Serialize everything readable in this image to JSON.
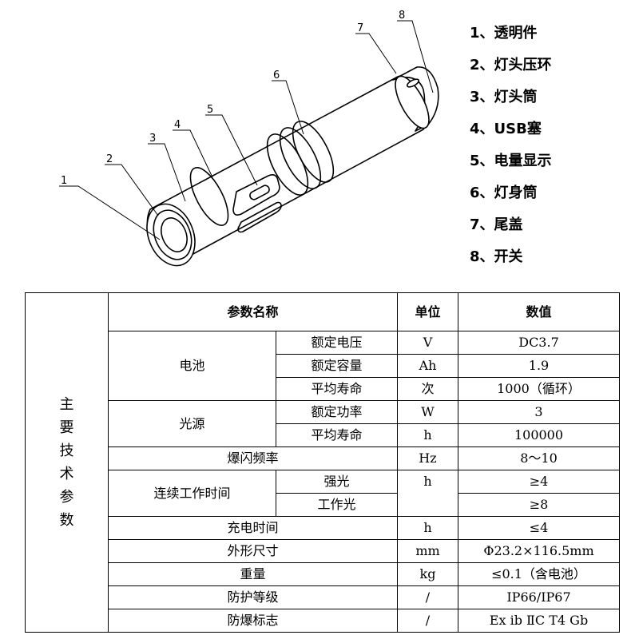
{
  "parts": [
    "1、透明件",
    "2、灯头压环",
    "3、灯头筒",
    "4、USB塞",
    "5、电量显示",
    "6、灯身筒",
    "7、尾盖",
    "8、开关"
  ],
  "callouts": [
    "1",
    "2",
    "3",
    "4",
    "5",
    "6",
    "7",
    "8"
  ],
  "table": {
    "side_label": "主要技术参数",
    "header": {
      "name": "参数名称",
      "unit": "单位",
      "value": "数值"
    },
    "battery": {
      "label": "电池",
      "rated_voltage": {
        "name": "额定电压",
        "unit": "V",
        "value": "DC3.7"
      },
      "rated_capacity": {
        "name": "额定容量",
        "unit": "Ah",
        "value": "1.9"
      },
      "avg_life": {
        "name": "平均寿命",
        "unit": "次",
        "value": "1000（循环）"
      }
    },
    "light_source": {
      "label": "光源",
      "rated_power": {
        "name": "额定功率",
        "unit": "W",
        "value": "3"
      },
      "avg_life": {
        "name": "平均寿命",
        "unit": "h",
        "value": "100000"
      }
    },
    "strobe": {
      "name": "爆闪频率",
      "unit": "Hz",
      "value": "8～10"
    },
    "continuous": {
      "label": "连续工作时间",
      "unit": "h",
      "strong": {
        "name": "强光",
        "value": "≥4"
      },
      "work": {
        "name": "工作光",
        "value": "≥8"
      }
    },
    "charge": {
      "name": "充电时间",
      "unit": "h",
      "value": "≤4"
    },
    "dimensions": {
      "name": "外形尺寸",
      "unit": "mm",
      "value": "Φ23.2×116.5mm"
    },
    "weight": {
      "name": "重量",
      "unit": "kg",
      "value": "≤0.1（含电池）"
    },
    "protection": {
      "name": "防护等级",
      "unit": "/",
      "value": "IP66/IP67"
    },
    "explosion": {
      "name": "防爆标志",
      "unit": "/",
      "value": "Ex ib ⅡC T4 Gb"
    }
  }
}
